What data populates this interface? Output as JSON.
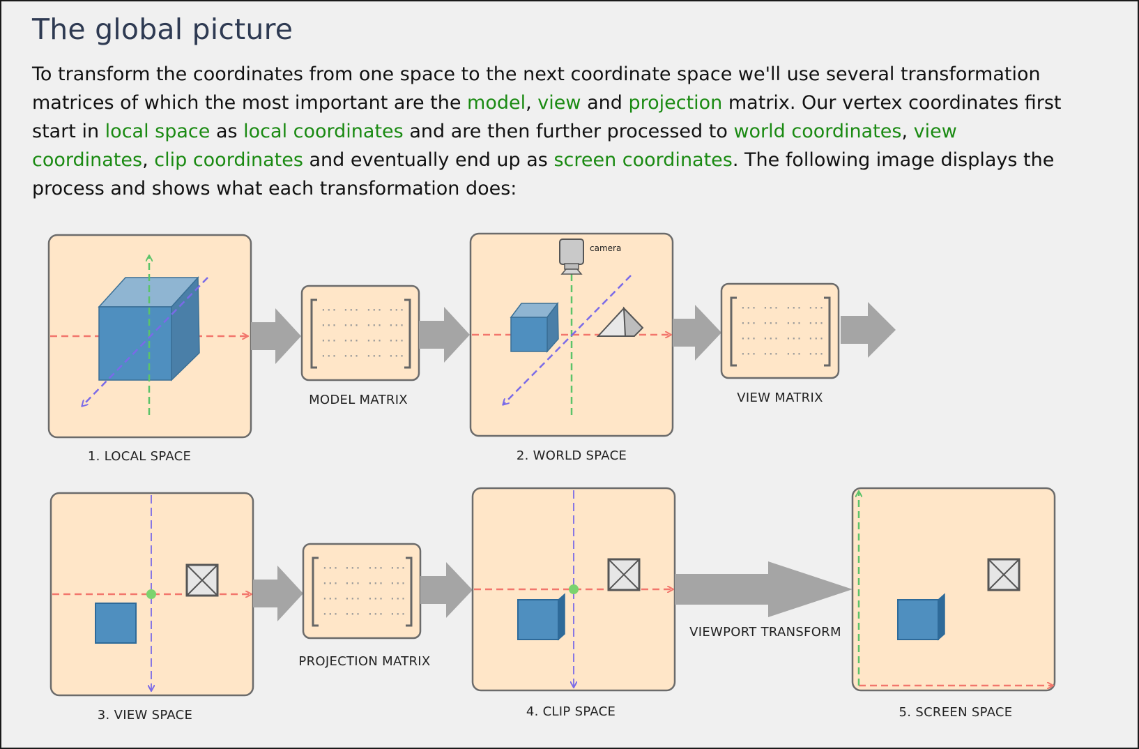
{
  "heading": "The global picture",
  "paragraph": {
    "t1": "To transform the coordinates from one space to the next coordinate space we'll use several transformation matrices of which the most important are the ",
    "model": "model",
    "t2": ", ",
    "view": "view",
    "t3": " and ",
    "projection": "projection",
    "t4": " matrix. Our vertex coordinates first start in ",
    "local_space": "local space",
    "t5": " as ",
    "local_coordinates": "local coordinates",
    "t6": " and are then further processed to ",
    "world_coordinates": "world coordinates",
    "t7": ", ",
    "view_coordinates": "view coordinates",
    "t8": ", ",
    "clip_coordinates": "clip coordinates",
    "t9": " and eventually end up as ",
    "screen_coordinates": "screen coordinates",
    "t10": ". The following image displays the process and shows what each transformation does:"
  },
  "diagram": {
    "local_space": "1. LOCAL SPACE",
    "model_matrix": "MODEL MATRIX",
    "world_space": "2. WORLD SPACE",
    "camera": "camera",
    "view_matrix": "VIEW MATRIX",
    "view_space": "3. VIEW SPACE",
    "projection_matrix": "PROJECTION MATRIX",
    "clip_space": "4. CLIP SPACE",
    "viewport_transform": "VIEWPORT TRANSFORM",
    "screen_space": "5. SCREEN SPACE",
    "matrix_cell": "···"
  },
  "colors": {
    "heading": "#2e3a52",
    "highlight": "#1a8a12",
    "panel_fill": "#ffe6c8",
    "panel_stroke": "#6b6b6b",
    "arrow": "#a5a5a5",
    "axis_x": "#f2766c",
    "axis_y": "#5cc36a",
    "axis_z": "#7a6ae8",
    "cube": "#4f8fbf"
  }
}
